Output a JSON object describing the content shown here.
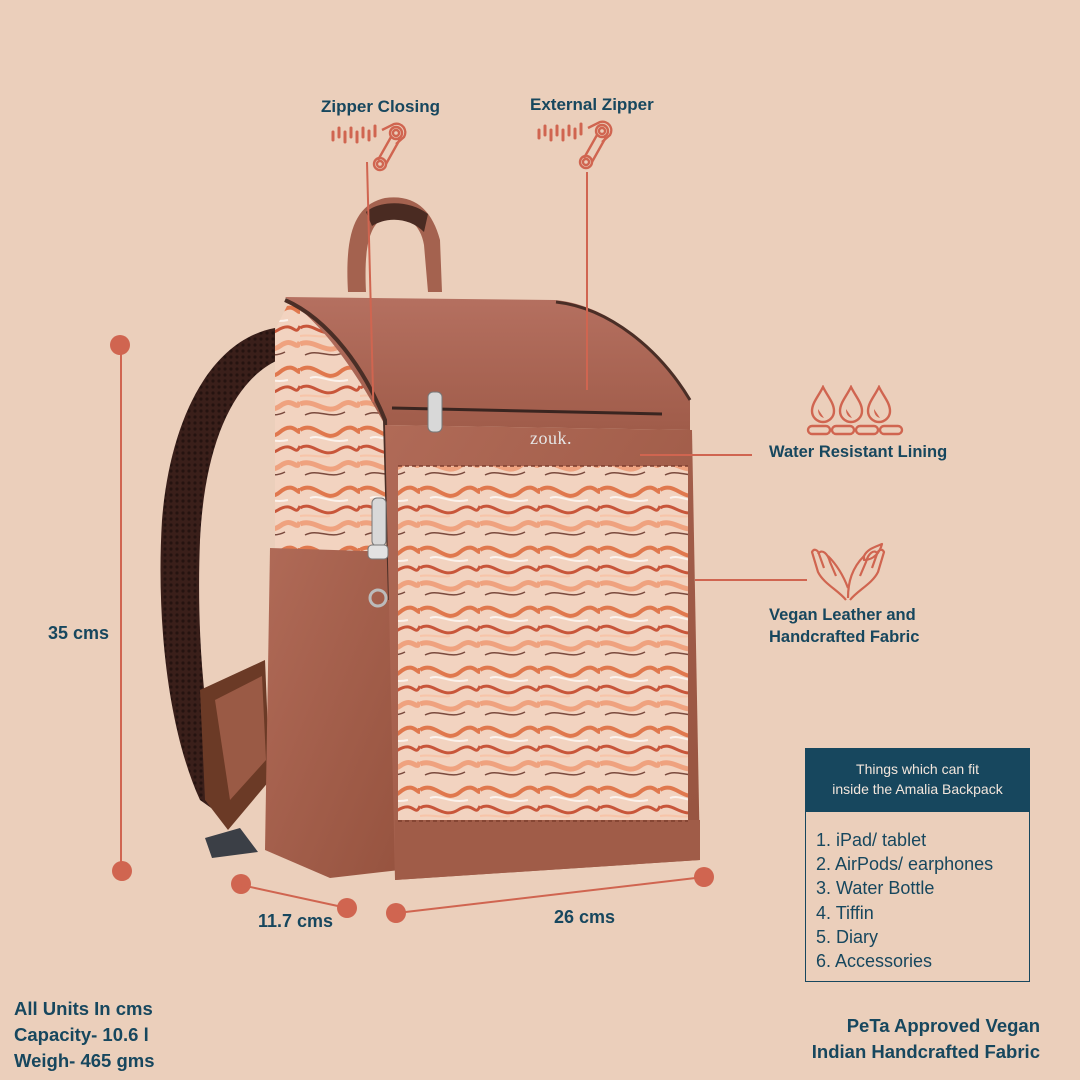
{
  "callouts": {
    "zipper_closing": {
      "title": "Zipper Closing",
      "icon": "zipper-icon"
    },
    "external_zipper": {
      "title": "External Zipper",
      "icon": "zipper-icon"
    },
    "water_resistant": {
      "label": "Water Resistant Lining",
      "icon": "water-drops-icon"
    },
    "vegan_leather": {
      "line1": "Vegan Leather and",
      "line2": "Handcrafted Fabric",
      "icon": "hands-leaf-icon"
    }
  },
  "dimensions": {
    "height": "35 cms",
    "depth": "11.7 cms",
    "width": "26 cms"
  },
  "product": {
    "brand_logo": "zouk.",
    "name": "Amalia Backpack"
  },
  "fit_box": {
    "header_line1": "Things which can fit",
    "header_line2": "inside the Amalia Backpack",
    "items": [
      "1. iPad/ tablet",
      "2. AirPods/ earphones",
      "3. Water Bottle",
      "4. Tiffin",
      "5. Diary",
      "6. Accessories"
    ]
  },
  "specs": {
    "units": "All Units In cms",
    "capacity": "Capacity- 10.6 l",
    "weight": "Weigh- 465 gms"
  },
  "tagline": {
    "line1": "PeTa Approved Vegan",
    "line2": "Indian Handcrafted Fabric"
  },
  "colors": {
    "background": "#ebcfbb",
    "accent": "#d06550",
    "text": "#17475e",
    "leather": "#a5604e",
    "strap": "#3a1f1a"
  }
}
